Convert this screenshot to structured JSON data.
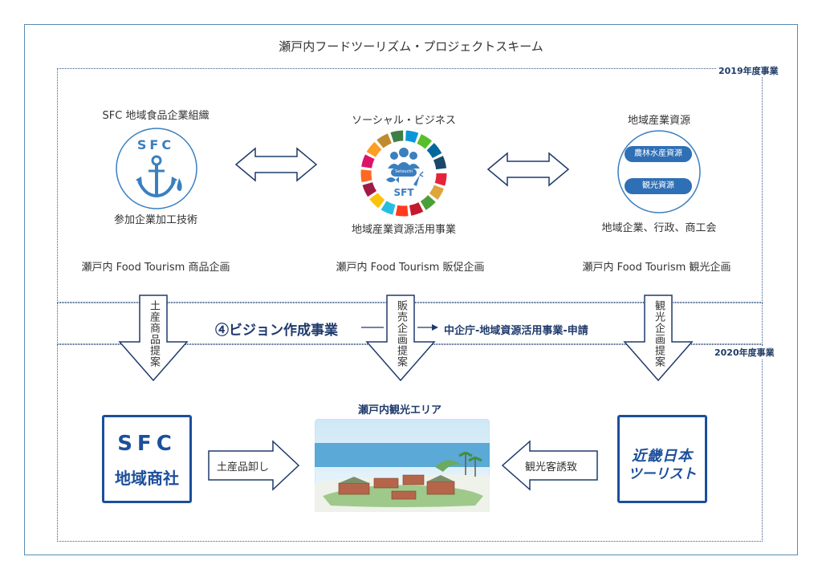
{
  "title": "瀬戸内フードツーリズム・プロジェクトスキーム",
  "year_2019": "2019年度事業",
  "year_2020": "2020年度事業",
  "col_left": {
    "heading": "SFC 地域食品企業組織",
    "logo_text": "SFC",
    "caption": "参加企業加工技術",
    "plan": "瀬戸内 Food Tourism 商品企画"
  },
  "col_center": {
    "heading": "ソーシャル・ビジネス",
    "logo_small": "Setouchi",
    "logo_text": "SFT",
    "caption": "地域産業資源活用事業",
    "plan": "瀬戸内 Food Tourism 販促企画"
  },
  "col_right": {
    "heading": "地域産業資源",
    "pill_1": "農林水産資源",
    "pill_2": "観光資源",
    "caption": "地域企業、行政、商工会",
    "plan": "瀬戸内 Food Tourism 観光企画"
  },
  "down_arrows": {
    "left": "土産商品提案",
    "center": "販売企画提案",
    "right": "観光企画提案"
  },
  "vision": {
    "label": "④ビジョン作成事業",
    "apply": "中企庁-地域資源活用事業-申請"
  },
  "bottom": {
    "sfc_line1": "SFC",
    "sfc_line2": "地域商社",
    "area_title": "瀬戸内観光エリア",
    "arrow_left": "土産品卸し",
    "arrow_right": "観光客誘致",
    "kinki_line1": "近畿日本",
    "kinki_line2": "ツーリスト"
  },
  "colors": {
    "frame": "#5a8bb0",
    "navy": "#1f3a6b",
    "logo_blue": "#1c4f9c",
    "pill_blue": "#2f6fb5",
    "icon_blue": "#3a7fc0"
  }
}
